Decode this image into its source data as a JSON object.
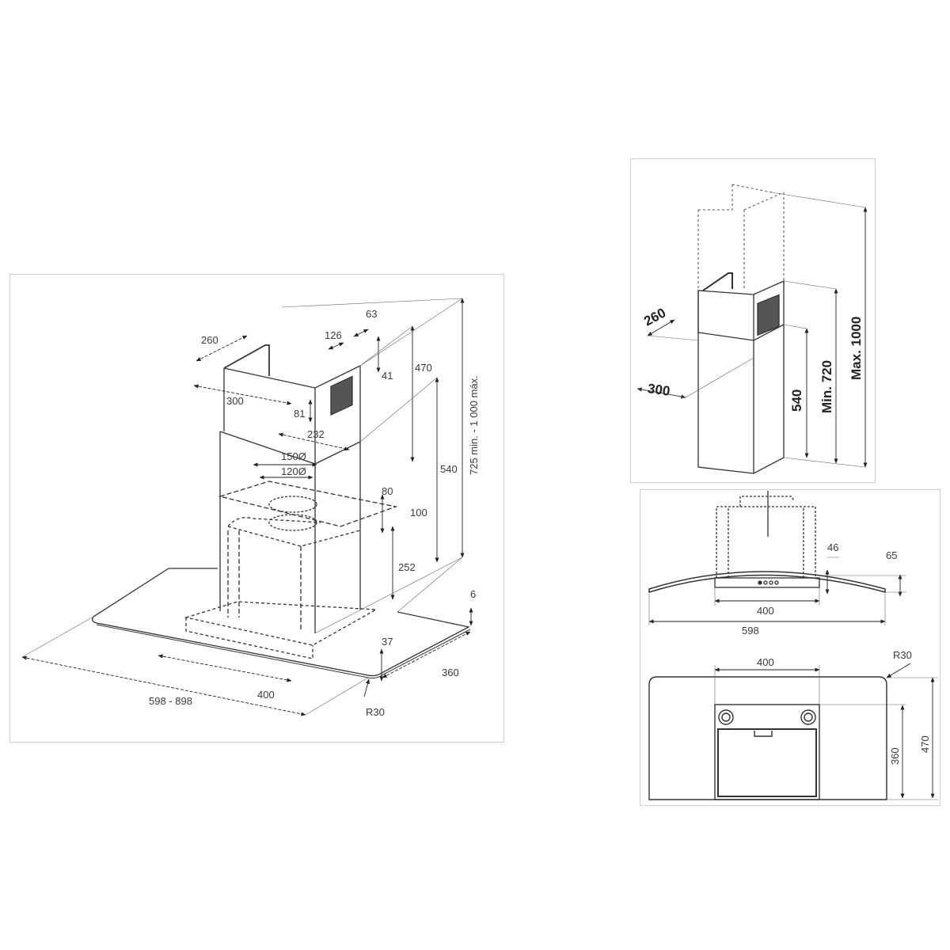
{
  "main_view": {
    "dims": {
      "chimney_depth": "260",
      "chimney_width": "300",
      "vent_width": "126",
      "vent_offset": "63",
      "vent_top": "41",
      "vent_height": "81",
      "bracket_width": "232",
      "outlet_outer": "150Ø",
      "outlet_inner": "120Ø",
      "total_height": "725 min. - 1 000 máx.",
      "upper_chimney": "470",
      "lower_chimney": "540",
      "bracket_offset": "80",
      "bracket_height": "100",
      "motor_height": "252",
      "glass_thickness": "6",
      "frame_height": "37",
      "depth": "360",
      "frame_width": "400",
      "width": "598 - 898",
      "radius": "R30"
    }
  },
  "chimney_view": {
    "dims": {
      "depth": "260",
      "width": "300",
      "lower": "540",
      "min": "Min. 720",
      "max": "Max. 1000"
    }
  },
  "front_view": {
    "dims": {
      "glass_rise": "46",
      "curve_height": "65",
      "body_width": "400",
      "total_width": "598"
    }
  },
  "top_view": {
    "dims": {
      "body_width": "400",
      "radius": "R30",
      "body_depth": "360",
      "total_depth": "470"
    }
  }
}
